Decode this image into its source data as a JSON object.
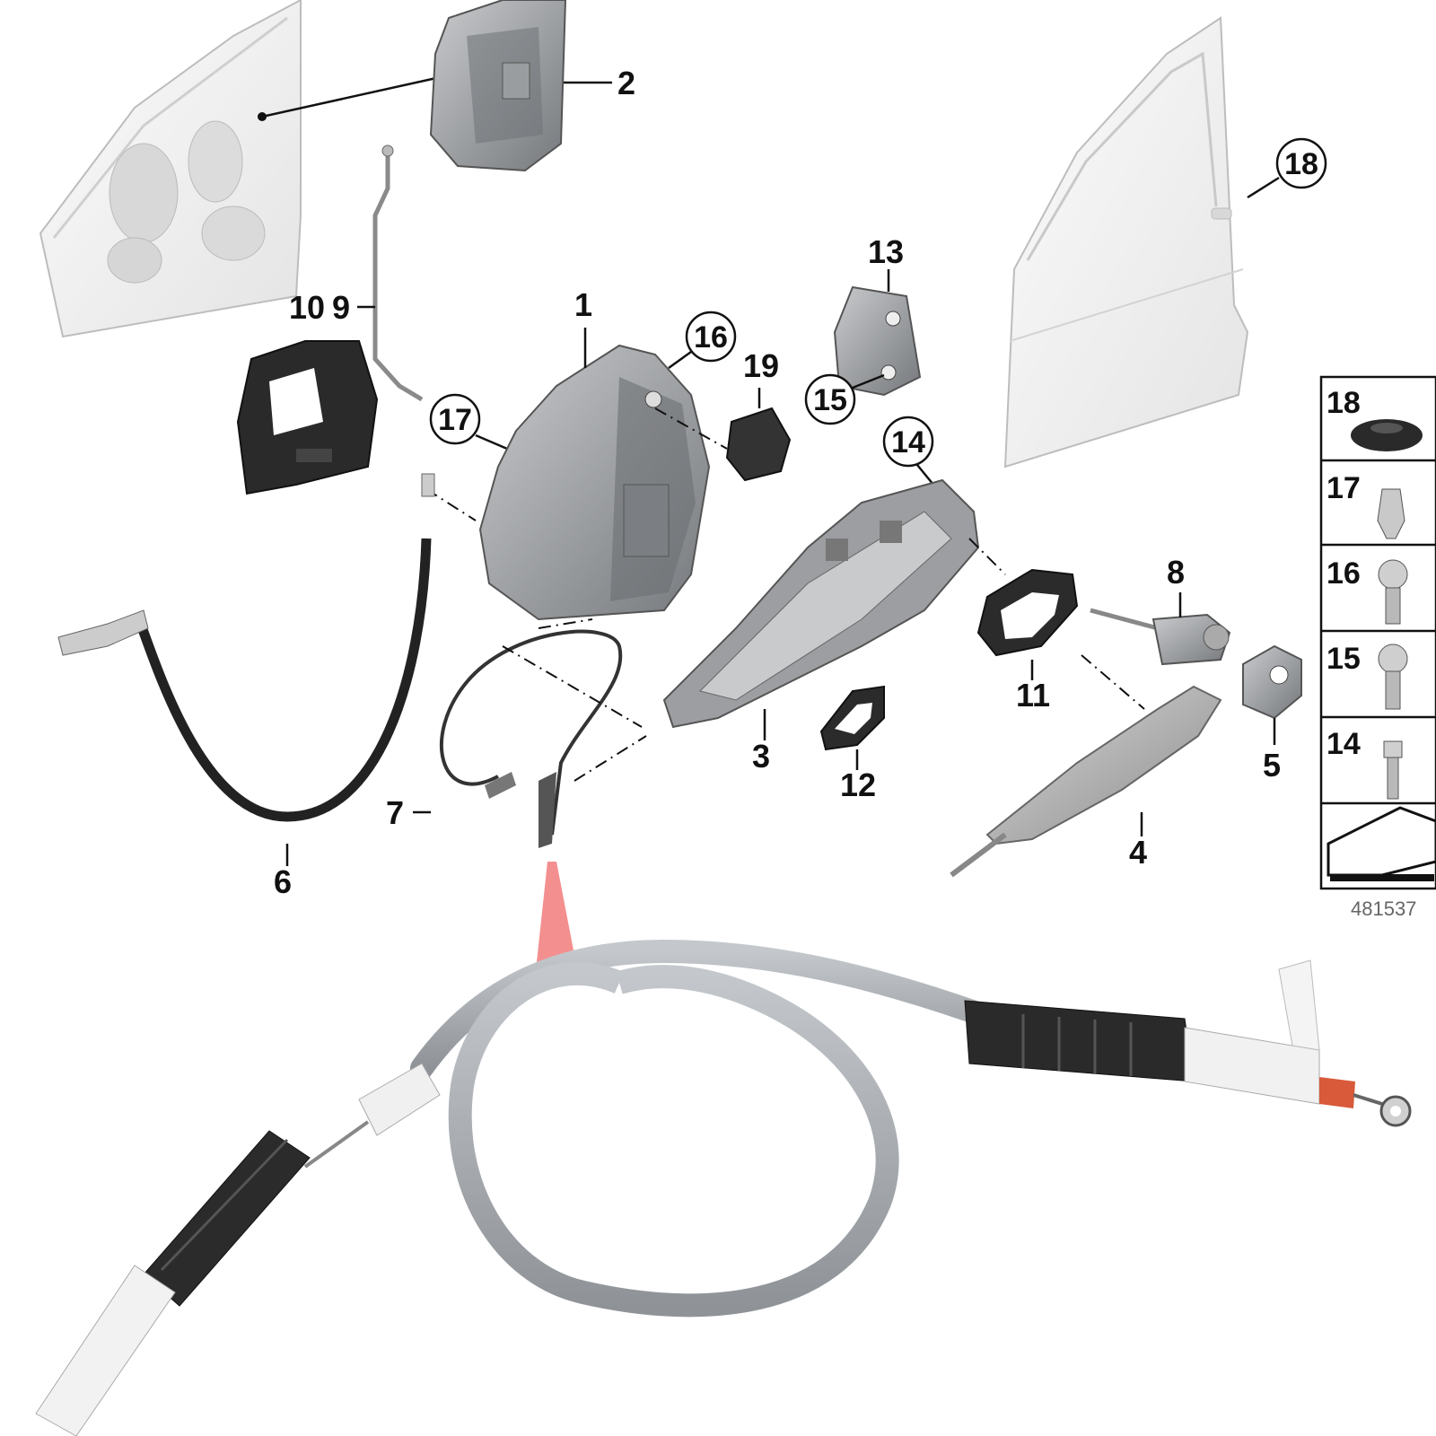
{
  "diagram_number": "481537",
  "callouts": {
    "c1": "1",
    "c2": "2",
    "c3": "3",
    "c4": "4",
    "c5": "5",
    "c6": "6",
    "c7": "7",
    "c8": "8",
    "c9": "9",
    "c10": "10",
    "c11": "11",
    "c12": "12",
    "c13": "13",
    "c14": "14",
    "c15": "15",
    "c16": "16",
    "c17": "17",
    "c18": "18",
    "c19": "19"
  },
  "legend": {
    "items": [
      "18",
      "17",
      "16",
      "15",
      "14"
    ]
  },
  "colors": {
    "highlight": "#f27b7b",
    "cable_sheath": "#a9adb2",
    "rubber": "#2b2b2b",
    "plastic_white": "#f1f1f1",
    "part_grey": "#8d8f92"
  }
}
